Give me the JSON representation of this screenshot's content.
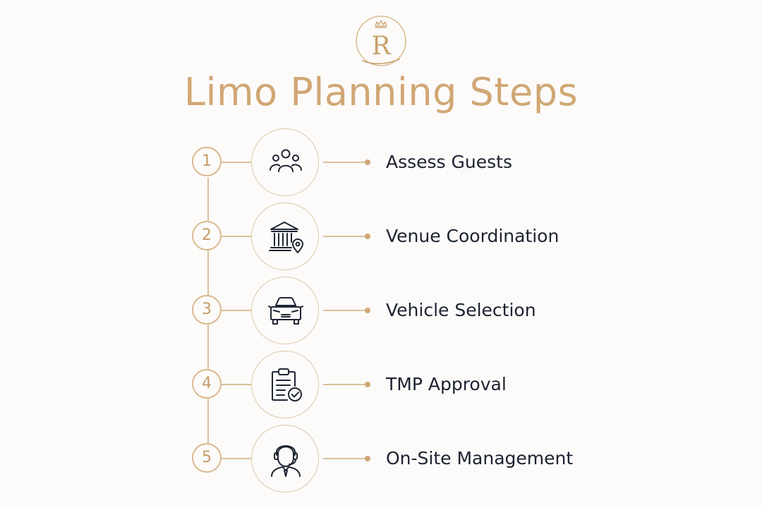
{
  "brand": {
    "logo_letter": "R",
    "logo_icon": "crown-monogram-icon"
  },
  "title": "Limo Planning Steps",
  "colors": {
    "accent": "#d0a774",
    "text": "#1c2230",
    "line": "#dcc09a",
    "background": "#fcfbfa"
  },
  "steps": [
    {
      "number": "1",
      "label": "Assess Guests",
      "icon": "guests-group-icon"
    },
    {
      "number": "2",
      "label": "Venue Coordination",
      "icon": "venue-building-location-icon"
    },
    {
      "number": "3",
      "label": "Vehicle Selection",
      "icon": "car-front-icon"
    },
    {
      "number": "4",
      "label": "TMP Approval",
      "icon": "clipboard-check-icon"
    },
    {
      "number": "5",
      "label": "On-Site Management",
      "icon": "headset-agent-icon"
    }
  ]
}
